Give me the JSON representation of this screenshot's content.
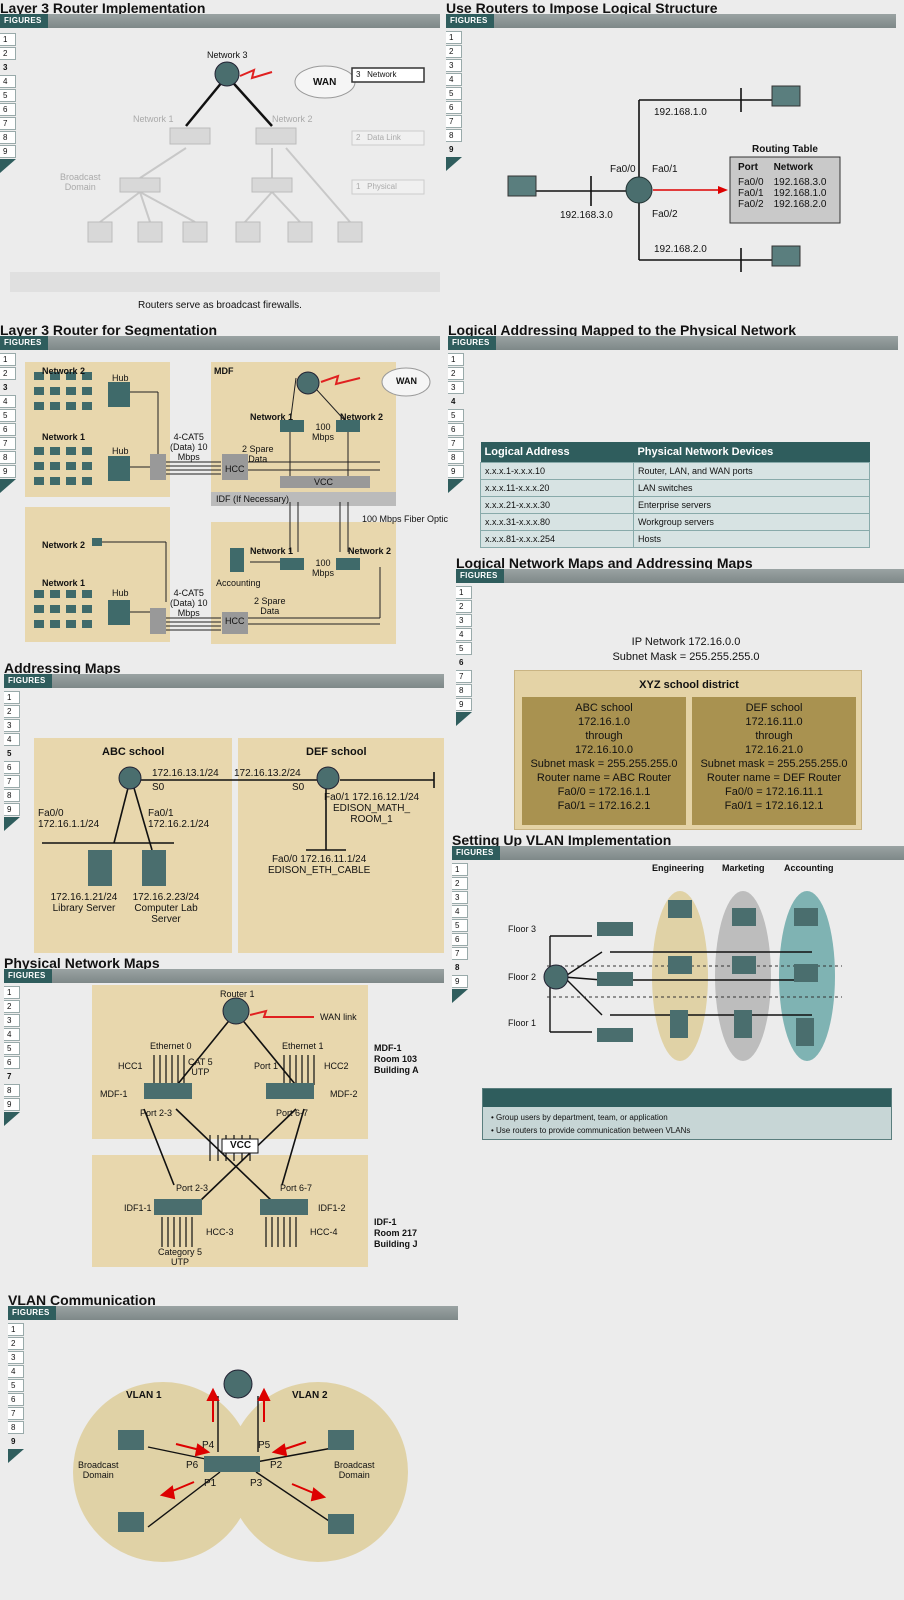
{
  "figures_label": "FIGURES",
  "tabs": [
    "1",
    "2",
    "3",
    "4",
    "5",
    "6",
    "7",
    "8",
    "9"
  ],
  "p1": {
    "title": "Layer 3 Router Implementation",
    "network3": "Network 3",
    "wan": "WAN",
    "network1": "Network 1",
    "network2": "Network 2",
    "broadcast_domain": "Broadcast\nDomain",
    "layer3": "3   Network",
    "layer2": "2   Data Link",
    "layer1": "1   Physical",
    "caption": "Routers serve as broadcast firewalls."
  },
  "p2": {
    "title": "Use Routers to Impose Logical Structure",
    "net1": "192.168.1.0",
    "net3": "192.168.3.0",
    "net2": "192.168.2.0",
    "fa0": "Fa0/0",
    "fa1": "Fa0/1",
    "fa2": "Fa0/2",
    "rt_title": "Routing Table",
    "rt_headers": [
      "Port",
      "Network"
    ],
    "rt_rows": [
      [
        "Fa0/0",
        "192.168.3.0"
      ],
      [
        "Fa0/1",
        "192.168.1.0"
      ],
      [
        "Fa0/2",
        "192.168.2.0"
      ]
    ]
  },
  "p3": {
    "title": "Layer 3 Router for Segmentation",
    "network2": "Network 2",
    "network1": "Network 1",
    "hub": "Hub",
    "mdf": "MDF",
    "wan": "WAN",
    "mbps100": "100\nMbps",
    "spare": "2 Spare\nData",
    "cat5": "4-CAT5\n(Data) 10\nMbps",
    "hcc": "HCC",
    "vcc": "VCC",
    "idf": "IDF (If Necessary)",
    "fiber": "100 Mbps Fiber Optic",
    "accounting": "Accounting"
  },
  "p4": {
    "title": "Logical Addressing Mapped to the Physical Network",
    "headers": [
      "Logical Address",
      "Physical Network Devices"
    ],
    "rows": [
      [
        "x.x.x.1-x.x.x.10",
        "Router, LAN, and WAN ports"
      ],
      [
        "x.x.x.11-x.x.x.20",
        "LAN switches"
      ],
      [
        "x.x.x.21-x.x.x.30",
        "Enterprise servers"
      ],
      [
        "x.x.x.31-x.x.x.80",
        "Workgroup servers"
      ],
      [
        "x.x.x.81-x.x.x.254",
        "Hosts"
      ]
    ]
  },
  "p5": {
    "title": "Logical Network Maps and Addressing Maps",
    "ipnet": "IP Network 172.16.0.0",
    "subnet": "Subnet Mask = 255.255.255.0",
    "district": "XYZ school district",
    "abc": [
      "ABC school",
      "172.16.1.0",
      "through",
      "172.16.10.0",
      "Subnet mask = 255.255.255.0",
      "Router name = ABC Router",
      "Fa0/0  = 172.16.1.1",
      "Fa0/1  = 172.16.2.1"
    ],
    "def": [
      "DEF school",
      "172.16.11.0",
      "through",
      "172.16.21.0",
      "Subnet mask = 255.255.255.0",
      "Router name = DEF Router",
      "Fa0/0  = 172.16.11.1",
      "Fa0/1  = 172.16.12.1"
    ]
  },
  "p6": {
    "title": "Addressing Maps",
    "abc": "ABC school",
    "def": "DEF school",
    "s0ip": "172.16.13.1/24",
    "s0": "S0",
    "def_s0ip": "172.16.13.2/24",
    "def_s0": "S0",
    "fa00": "Fa0/0\n172.16.1.1/24",
    "fa01": "Fa0/1\n172.16.2.1/24",
    "lib": "172.16.1.21/24\nLibrary Server",
    "lab": "172.16.2.23/24\nComputer Lab\nServer",
    "def_fa01": "Fa0/1 172.16.12.1/24\nEDISON_MATH_\nROOM_1",
    "def_fa00": "Fa0/0 172.16.11.1/24\nEDISON_ETH_CABLE"
  },
  "p7": {
    "title": "Setting Up VLAN Implementation",
    "engineering": "Engineering",
    "marketing": "Marketing",
    "accounting": "Accounting",
    "floor3": "Floor 3",
    "floor2": "Floor 2",
    "floor1": "Floor 1",
    "bullets": [
      "Group users by department, team, or application",
      "Use routers to provide communication between VLANs"
    ]
  },
  "p8": {
    "title": "Physical Network Maps",
    "router1": "Router 1",
    "wanlink": "WAN link",
    "eth0": "Ethernet 0",
    "eth1": "Ethernet 1",
    "hcc1": "HCC1",
    "hcc2": "HCC2",
    "cat5utp": "CAT 5\nUTP",
    "port1": "Port 1",
    "mdf1": "MDF-1",
    "mdf2": "MDF-2",
    "port23": "Port 2-3",
    "port67": "Port 6-7",
    "mdf_label": "MDF-1\nRoom 103\nBuilding A",
    "vcc": "VCC",
    "idf11": "IDF1-1",
    "idf12": "IDF1-2",
    "hcc3": "HCC-3",
    "hcc4": "HCC-4",
    "cat5b": "Category 5\nUTP",
    "idf_label": "IDF-1\nRoom 217\nBuilding J"
  },
  "p9": {
    "title": "VLAN Communication",
    "vlan1": "VLAN 1",
    "vlan2": "VLAN 2",
    "bd1": "Broadcast\nDomain",
    "bd2": "Broadcast\nDomain",
    "p4": "P4",
    "p5": "P5",
    "p6": "P6",
    "p2": "P2",
    "p1": "P1",
    "p3": "P3"
  }
}
